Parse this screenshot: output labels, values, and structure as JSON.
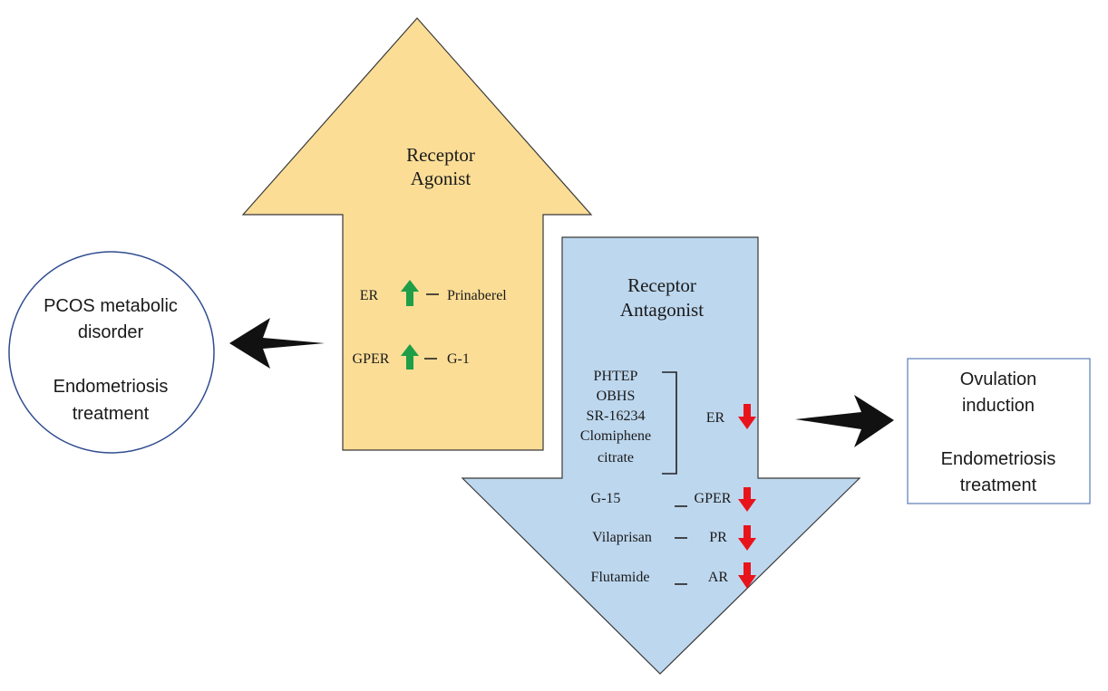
{
  "agonist": {
    "title_line1": "Receptor",
    "title_line2": "Agonist",
    "color": "#FBDD96",
    "rows": [
      {
        "receptor": "ER",
        "drug": "Prinaberel"
      },
      {
        "receptor": "GPER",
        "drug": "G-1"
      }
    ],
    "arrow_color": "#1E9E47"
  },
  "antagonist": {
    "title_line1": "Receptor",
    "title_line2": "Antagonist",
    "color": "#BDD7EE",
    "er_drugs": [
      "PHTEP",
      "OBHS",
      "SR-16234",
      "Clomiphene",
      "citrate"
    ],
    "er_label": "ER",
    "rows": [
      {
        "drug": "G-15",
        "receptor": "GPER"
      },
      {
        "drug": "Vilaprisan",
        "receptor": "PR"
      },
      {
        "drug": "Flutamide",
        "receptor": "AR"
      }
    ],
    "arrow_color": "#E8141B"
  },
  "left_outcome": {
    "line1": "PCOS metabolic",
    "line2": "disorder",
    "line3": "Endometriosis",
    "line4": "treatment",
    "border_color": "#2F4B8F"
  },
  "right_outcome": {
    "line1": "Ovulation",
    "line2": "induction",
    "line3": "Endometriosis",
    "line4": "treatment",
    "border_color": "#5B7BB8"
  }
}
